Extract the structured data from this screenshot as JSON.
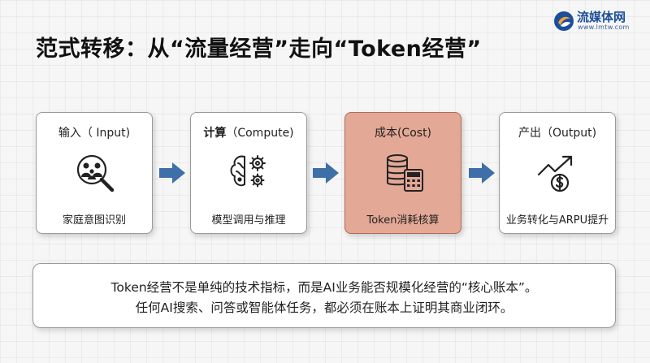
{
  "title": "范式转移：从“流量经营”走向“Token经营”",
  "logo": {
    "name": "流媒体网",
    "url": "www.lmtw.com"
  },
  "steps": [
    {
      "title_main": "输入",
      "title_sub": "（ Input)",
      "label": "家庭意图识别",
      "icon": "family-search-icon"
    },
    {
      "title_main": "计算",
      "title_sub": "（Compute)",
      "label": "模型调用与推理",
      "icon": "brain-gears-icon"
    },
    {
      "title_main": "成本",
      "title_sub": "(Cost)",
      "label": "Token消耗核算",
      "icon": "coins-calculator-icon",
      "highlighted": true
    },
    {
      "title_main": "产出",
      "title_sub": "（Output)",
      "label": "业务转化与ARPU提升",
      "icon": "growth-dollar-icon"
    }
  ],
  "note": {
    "line1": "Token经营不是单纯的技术指标，而是AI业务能否规模化经营的“核心账本”。",
    "line2": "任何AI搜索、问答或智能体任务，都必须在账本上证明其商业闭环。"
  },
  "colors": {
    "arrow": "#3f6fa8",
    "highlight": "#e4a896",
    "highlight_border": "#b06a58",
    "logo": "#1c4f9b"
  }
}
